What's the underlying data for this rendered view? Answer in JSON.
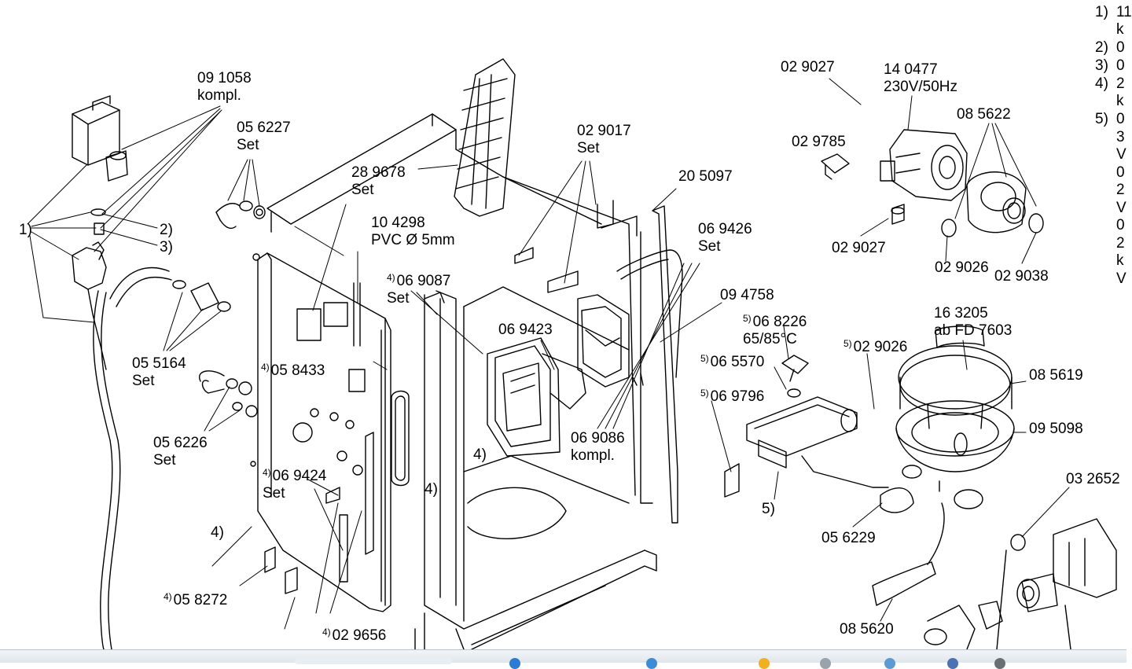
{
  "labels": {
    "p091058": "09 1058",
    "kompl_a": "kompl.",
    "p056227": "05 6227",
    "set_a": "Set",
    "p289678": "28 9678",
    "set_b": "Set",
    "p104298": "10 4298",
    "pvc": "PVC Ø 5mm",
    "p029017": "02 9017",
    "set_c": "Set",
    "p205097": "20 5097",
    "p069426": "06 9426",
    "set_d": "Set",
    "p069087": "06 9087",
    "set_e": "Set",
    "p094758": "09 4758",
    "p069423": "06 9423",
    "p055164": "05 5164",
    "set_f": "Set",
    "p058433": "05 8433",
    "p056226": "05 6226",
    "set_g": "Set",
    "p069424": "06 9424",
    "set_h": "Set",
    "p069086": "06 9086",
    "kompl_b": "kompl.",
    "p058272": "05 8272",
    "p029656": "02 9656",
    "p029027a": "02 9027",
    "p140477": "14 0477",
    "voltage": "230V/50Hz",
    "p029785": "02 9785",
    "p085622": "08 5622",
    "p029027b": "02 9027",
    "p029026a": "02 9026",
    "p029038": "02 9038",
    "p068226": "06 8226",
    "temp": "65/85°C",
    "p065570": "06 5570",
    "p069796": "06 9796",
    "p029026b": "02 9026",
    "p163205": "16 3205",
    "abfd": "ab FD 7603",
    "p085619": "08 5619",
    "p095098": "09 5098",
    "p032652": "03 2652",
    "p056229": "05 6229",
    "p085620": "08 5620",
    "n1": "1)",
    "n2": "2)",
    "n3": "3)",
    "n4a": "4)",
    "n4b": "4)",
    "n4c": "4)",
    "n5": "5)",
    "s4": "4)",
    "s5": "5)"
  },
  "legend": [
    {
      "num": "1)",
      "lines": [
        "11",
        "k"
      ]
    },
    {
      "num": "2)",
      "lines": [
        "0"
      ]
    },
    {
      "num": "3)",
      "lines": [
        "0"
      ]
    },
    {
      "num": "4)",
      "lines": [
        "2",
        "k"
      ]
    },
    {
      "num": "5)",
      "lines": [
        "0",
        "3",
        "V",
        "0",
        "2",
        "V",
        "0",
        "2",
        "k",
        "V"
      ]
    }
  ]
}
